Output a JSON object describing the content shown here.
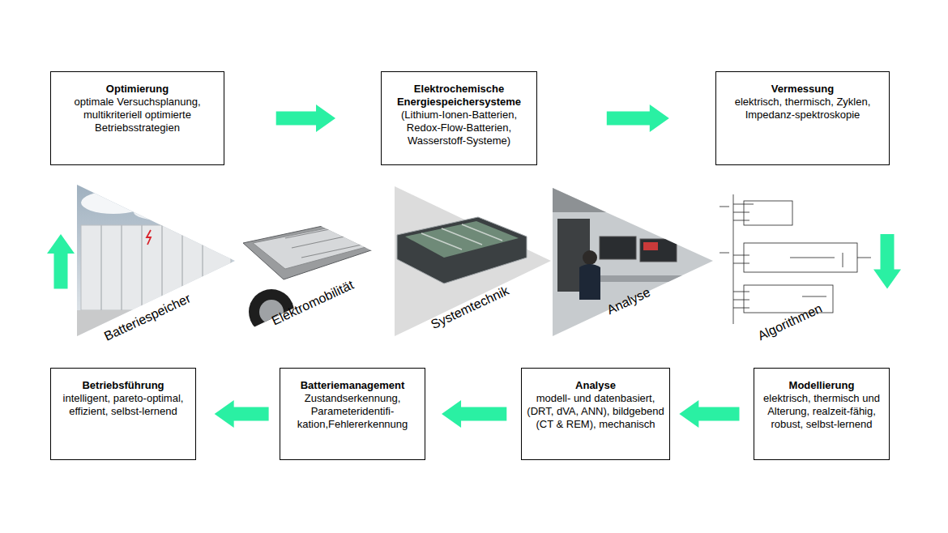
{
  "diagram": {
    "nodes": [
      {
        "text": [
          "Optimierung",
          "optimale Versuchsplanung, multikriteriell optimierte Betriebsstrategien"
        ]
      },
      {
        "text": [
          "Elektrochemische Energiespeichersysteme",
          "(Lithium-Ionen-Batterien, Redox-Flow-Batterien, Wasserstoff-Systeme)"
        ]
      },
      {
        "text": [
          "Vermessung",
          "elektrisch, thermisch, Zyklen, Impedanz-spektroskopie"
        ]
      },
      {
        "text": [
          "Betriebsführung",
          "intelligent, pareto-optimal, effizient, selbst-lernend"
        ]
      },
      {
        "text": [
          "Batteriemanagement",
          "Zustandserkennung, Parameteridentifi- kation,Fehlererkennung"
        ]
      },
      {
        "text": [
          "Analyse",
          "modell- und datenbasiert, (DRT, dVA, ANN), bildgebend (CT & REM), mechanisch"
        ]
      },
      {
        "text": [
          "Modellierung",
          "elektrisch, thermisch und Alterung, realzeit-fähig, robust, selbst-lernend"
        ]
      }
    ],
    "edges": [
      {
        "from": 0,
        "to": 1,
        "arrow": "to"
      },
      {
        "from": 1,
        "to": 2,
        "arrow": "to"
      },
      {
        "from": 2,
        "to": 6,
        "arrow": "to"
      },
      {
        "from": 6,
        "to": 5,
        "arrow": "to"
      },
      {
        "from": 5,
        "to": 4,
        "arrow": "to"
      },
      {
        "from": 4,
        "to": 3,
        "arrow": "to"
      },
      {
        "from": 3,
        "to": 0,
        "arrow": "to"
      }
    ],
    "labels": [
      "Batteriespeicher",
      "Elektromobilität",
      "Systemtechnik",
      "Analyse",
      "Algorithmen"
    ]
  }
}
